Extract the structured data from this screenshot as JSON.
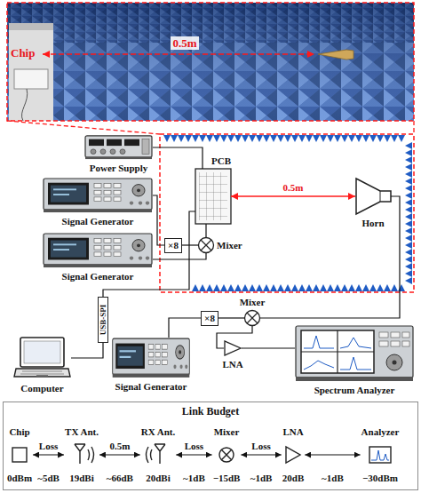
{
  "diagram": {
    "nodes": [
      {
        "text": [
          "Power Supply"
        ]
      },
      {
        "text": [
          "Signal Generator"
        ]
      },
      {
        "text": [
          "×8"
        ]
      },
      {
        "text": [
          "Mixer"
        ]
      },
      {
        "text": [
          "Signal Generator"
        ]
      },
      {
        "text": [
          "PCB"
        ]
      },
      {
        "text": [
          "Horn"
        ]
      },
      {
        "text": [
          "USB-SPI"
        ]
      },
      {
        "text": [
          "Computer"
        ]
      },
      {
        "text": [
          "Signal Generator"
        ]
      },
      {
        "text": [
          "×8"
        ]
      },
      {
        "text": [
          "Mixer"
        ]
      },
      {
        "text": [
          "LNA"
        ]
      },
      {
        "text": [
          "Spectrum Analyzer"
        ]
      },
      {
        "text": [
          "Link Budget"
        ]
      },
      {
        "text": [
          "Chip",
          "0dBm"
        ],
        "in": 14
      },
      {
        "text": [
          "TX Ant.",
          "19dBi"
        ],
        "in": 14
      },
      {
        "text": [
          "RX Ant.",
          "20dBi"
        ],
        "in": 14
      },
      {
        "text": [
          "Mixer",
          "−15dB"
        ],
        "in": 14
      },
      {
        "text": [
          "LNA",
          "20dB"
        ],
        "in": 14
      },
      {
        "text": [
          "Analyzer",
          "−30dBm"
        ],
        "in": 14
      }
    ],
    "edges": [
      {
        "from": 0,
        "to": 5,
        "arrow": "none"
      },
      {
        "from": 1,
        "to": 2,
        "arrow": "none"
      },
      {
        "from": 2,
        "to": 3,
        "arrow": "none"
      },
      {
        "from": 4,
        "to": 3,
        "arrow": "none"
      },
      {
        "from": 3,
        "to": 5,
        "arrow": "none"
      },
      {
        "from": 5,
        "to": 6,
        "label": "0.5m",
        "arrow": "both"
      },
      {
        "from": 8,
        "to": 7,
        "arrow": "none"
      },
      {
        "from": 7,
        "to": 5,
        "arrow": "none"
      },
      {
        "from": 6,
        "to": 11,
        "arrow": "none"
      },
      {
        "from": 9,
        "to": 10,
        "arrow": "none"
      },
      {
        "from": 10,
        "to": 11,
        "arrow": "none"
      },
      {
        "from": 11,
        "to": 12,
        "arrow": "none"
      },
      {
        "from": 12,
        "to": 13,
        "arrow": "none"
      },
      {
        "from": 15,
        "to": 16,
        "label": "Loss",
        "arrow": "both"
      },
      {
        "from": 16,
        "to": 17,
        "label": "0.5m",
        "arrow": "both"
      },
      {
        "from": 17,
        "to": 18,
        "label": "Loss",
        "arrow": "both"
      },
      {
        "from": 18,
        "to": 19,
        "label": "Loss",
        "arrow": "both"
      },
      {
        "from": 19,
        "to": 20,
        "arrow": "both"
      }
    ],
    "labels": [
      "Chip",
      "0.5m",
      "~5dB",
      "~66dB",
      "~1dB",
      "~1dB",
      "~1dB"
    ]
  }
}
